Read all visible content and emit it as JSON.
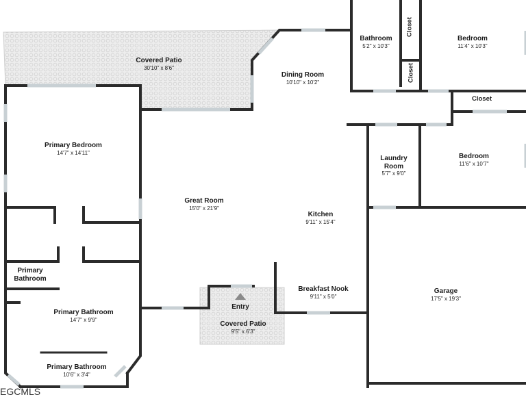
{
  "rooms": {
    "covered_patio_main": {
      "name": "Covered Patio",
      "dims": "30'10\" x 8'6\""
    },
    "dining_room": {
      "name": "Dining Room",
      "dims": "10'10\" x 10'2\""
    },
    "bathroom_upper": {
      "name": "Bathroom",
      "dims": "5'2\" x 10'3\""
    },
    "bedroom_upper": {
      "name": "Bedroom",
      "dims": "11'4\" x 10'3\""
    },
    "closet_upper": {
      "name": "Closet"
    },
    "closet_mid": {
      "name": "Closet"
    },
    "closet_right": {
      "name": "Closet"
    },
    "primary_bedroom": {
      "name": "Primary Bedroom",
      "dims": "14'7\" x 14'11\""
    },
    "laundry_room": {
      "name_line1": "Laundry",
      "name_line2": "Room",
      "dims": "5'7\" x 9'0\""
    },
    "bedroom_right": {
      "name": "Bedroom",
      "dims": "11'6\" x 10'7\""
    },
    "great_room": {
      "name": "Great Room",
      "dims": "15'0\" x 21'9\""
    },
    "kitchen": {
      "name": "Kitchen",
      "dims": "9'11\" x 15'4\""
    },
    "primary_bathroom_small": {
      "name_line1": "Primary",
      "name_line2": "Bathroom"
    },
    "breakfast_nook": {
      "name": "Breakfast Nook",
      "dims": "9'11\" x 5'0\""
    },
    "garage": {
      "name": "Garage",
      "dims": "17'5\" x 19'3\""
    },
    "entry": {
      "name": "Entry"
    },
    "covered_patio_front": {
      "name": "Covered Patio",
      "dims": "9'5\" x 6'3\""
    },
    "primary_bathroom": {
      "name": "Primary Bathroom",
      "dims": "14'7\" x 9'9\""
    },
    "primary_bathroom_lower": {
      "name": "Primary Bathroom",
      "dims": "10'6\" x 3'4\""
    }
  },
  "watermark": "EGCMLS",
  "colors": {
    "wall": "#2b2b2b",
    "window": "#c8d0d4",
    "patio_fill": "#ececec",
    "patio_tile": "#d6d6d6",
    "entry_arrow": "#8a8a8a"
  }
}
